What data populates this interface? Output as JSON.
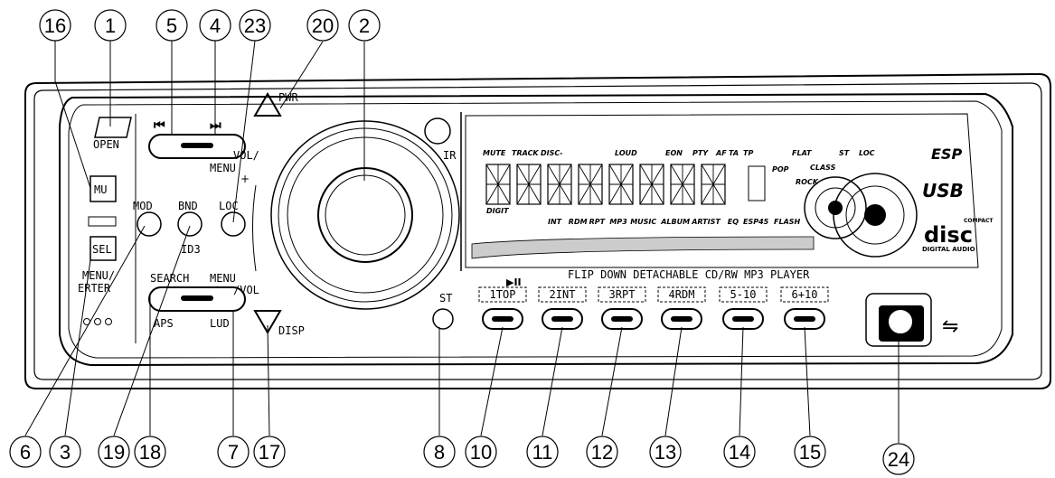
{
  "callouts_top": [
    {
      "id": "c16",
      "n": "16"
    },
    {
      "id": "c1",
      "n": "1"
    },
    {
      "id": "c5",
      "n": "5"
    },
    {
      "id": "c4",
      "n": "4"
    },
    {
      "id": "c23",
      "n": "23"
    },
    {
      "id": "c20",
      "n": "20"
    },
    {
      "id": "c2",
      "n": "2"
    }
  ],
  "callouts_bottom": [
    {
      "id": "c6",
      "n": "6"
    },
    {
      "id": "c3",
      "n": "3"
    },
    {
      "id": "c19",
      "n": "19"
    },
    {
      "id": "c18",
      "n": "18"
    },
    {
      "id": "c7",
      "n": "7"
    },
    {
      "id": "c17",
      "n": "17"
    },
    {
      "id": "c8",
      "n": "8"
    },
    {
      "id": "c10",
      "n": "10"
    },
    {
      "id": "c11",
      "n": "11"
    },
    {
      "id": "c12",
      "n": "12"
    },
    {
      "id": "c13",
      "n": "13"
    },
    {
      "id": "c14",
      "n": "14"
    },
    {
      "id": "c15",
      "n": "15"
    },
    {
      "id": "c24",
      "n": "24"
    }
  ],
  "labels": {
    "open": "OPEN",
    "mu": "MU",
    "sel": "SEL",
    "mod": "MOD",
    "bnd": "BND",
    "id3": "ID3",
    "loc": "LOC",
    "menu_erter": "MENU/\nERTER",
    "search": "SEARCH",
    "aps": "APS",
    "lud": "LUD",
    "pwr": "PWR",
    "disp": "DISP",
    "vol_menu_top": "VOL/",
    "menu_top": "MENU",
    "menu_bottom": "MENU",
    "vol_bottom": "/VOL",
    "ir": "IR",
    "st": "ST",
    "flip": "FLIP DOWN DETACHABLE CD/RW MP3 PLAYER",
    "play": "▶II",
    "presets": [
      "1TOP",
      "2INT",
      "3RPT",
      "4RDM",
      "5-10",
      "6+10"
    ]
  },
  "lcd": {
    "top": [
      "MUTE",
      "TRACK",
      "DISC-",
      "LOUD",
      "EON",
      "PTY",
      "AF",
      "TA",
      "TP",
      "ST",
      "LOC"
    ],
    "eq": [
      "FLAT",
      "POP",
      "CLASS",
      "ROCK"
    ],
    "bottom": [
      "INT",
      "RDM",
      "RPT",
      "MP3",
      "MUSIC",
      "ALBUM",
      "ARTIST",
      "EQ",
      "ESP45",
      "FLASH"
    ],
    "digit": "DIGIT"
  },
  "brand": {
    "esp": "ESP",
    "usb": "USB",
    "compact": "COMPACT",
    "disc": "disc",
    "digital_audio": "DIGITAL AUDIO"
  }
}
